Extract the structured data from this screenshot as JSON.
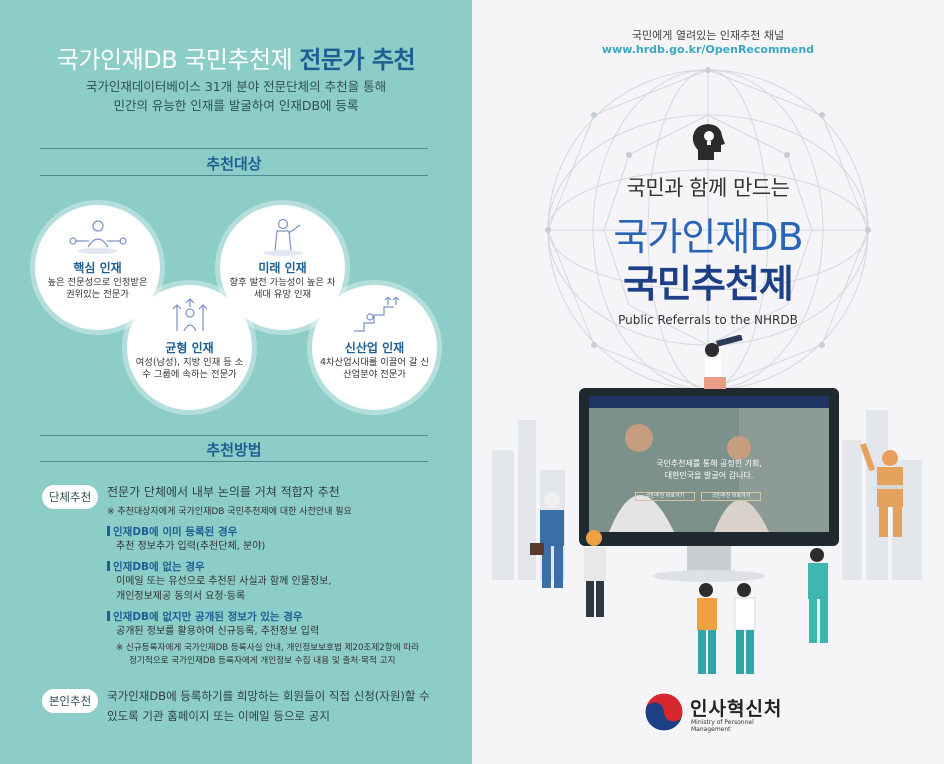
{
  "left": {
    "title_main": "국가인재DB 국민추천제",
    "title_highlight": "전문가 추천",
    "subtitle_line1": "국가인재데이터베이스 31개 분야 전문단체의 추천을 통해",
    "subtitle_line2": "민간의 유능한 인재를 발굴하여 인재DB에 등록",
    "targets_label": "추천대상",
    "targets": [
      {
        "title": "핵심 인재",
        "desc": "높은 전문성으로 인정받은 권위있는 전문가"
      },
      {
        "title": "미래 인재",
        "desc": "향후 발전 가능성이 높은 차세대 유망 인재"
      },
      {
        "title": "균형 인재",
        "desc": "여성(남성), 지방 인재 등 소수 그룹에 속하는 전문가"
      },
      {
        "title": "신산업 인재",
        "desc": "4차산업시대를 이끌어 갈 신산업분야 전문가"
      }
    ],
    "methods_label": "추천방법",
    "group": {
      "tag": "단체추천",
      "head": "전문가 단체에서 내부 논의를 거쳐 적합자 추천",
      "note": "※ 추천대상자에게 국가인재DB 국민추천제에 대한 사전안내 필요",
      "cases": [
        {
          "title": "인재DB에 이미 등록된 경우",
          "body": [
            "추천 정보추가 입력(추천단체, 분야)"
          ]
        },
        {
          "title": "인재DB에 없는 경우",
          "body": [
            "이메일 또는 유선으로 추천된 사실과 함께 인물정보,",
            "개인정보제공 동의서 요청·등록"
          ]
        },
        {
          "title": "인재DB에 없지만 공개된 정보가 있는 경우",
          "body": [
            "공개된 정보를 활용하여 신규등록, 추천정보 입력"
          ]
        }
      ],
      "note2_line1": "※ 신규등록자에게 국가인재DB 등록사실 안내, 개인정보보호법 제20조제2항에 따라",
      "note2_line2": "정기적으로 국가인재DB 등록자에게 개인정보 수집 내용 및 출처·목적 고지"
    },
    "self": {
      "tag": "본인추천",
      "line1": "국가인재DB에 등록하기를 희망하는 회원들이 직접 신청(자원)할 수",
      "line2": "있도록 기관 홈페이지 또는 이메일 등으로 공지"
    }
  },
  "right": {
    "top_line1": "국민에게 열려있는 인재추천 채널",
    "top_line2": "www.hrdb.go.kr/OpenRecommend",
    "title_small": "국민과 함께 만드는",
    "title_mid": "국가인재DB",
    "title_big": "국민추천제",
    "title_en": "Public Referrals to the NHRDB",
    "screen_line1": "국민추천제를 통해 공정한 기회,",
    "screen_line2": "대한민국을 발굴어 갑니다.",
    "screen_btn1": "국민추천 바로가기",
    "screen_btn2": "국민추천 바로가기",
    "logo_ko": "인사혁신처",
    "logo_en": "Ministry of Personnel Management"
  },
  "colors": {
    "left_bg": "#8ccdc8",
    "accent_blue": "#1d5f93",
    "title_blue": "#2a65b5",
    "title_navy": "#1d3f86",
    "url_cyan": "#3aa8c1"
  }
}
